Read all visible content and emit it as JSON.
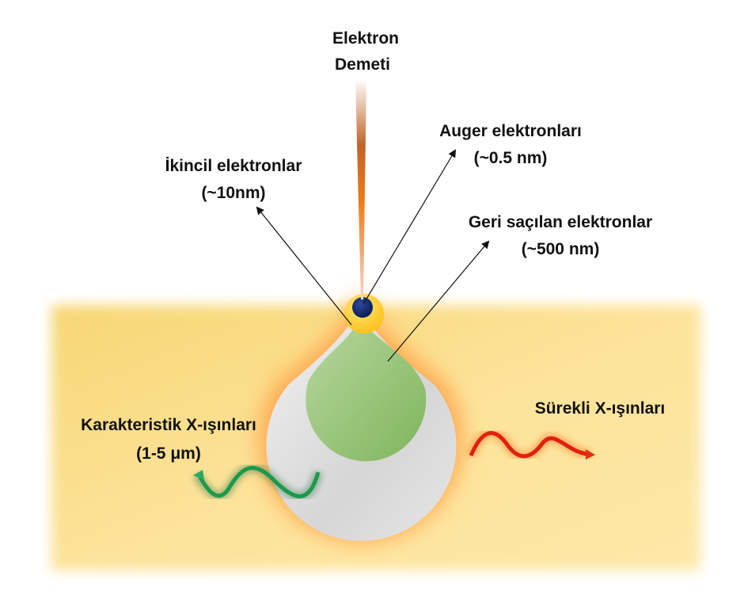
{
  "labels": {
    "beam_line1": "Elektron",
    "beam_line2": "Demeti",
    "auger_line1": "Auger elektronları",
    "auger_line2": "(~0.5 nm)",
    "secondary_line1": "İkincil elektronlar",
    "secondary_line2": "(~10nm)",
    "backscattered_line1": "Geri saçılan elektronlar",
    "backscattered_line2": "(~500 nm)",
    "characteristic_line1": "Karakteristik X-ışınları",
    "characteristic_line2": "(1-5 μm)",
    "continuous_line1": "Sürekli X-ışınları"
  },
  "colors": {
    "sample": "#fbdc86",
    "glow": "#ffb060",
    "interaction_volume": "#e2e2e2",
    "backscattered_zone": "#8fbf6e",
    "secondary_zone": "#ffcc33",
    "auger_zone": "#0d2466",
    "characteristic_wave": "#1a9a4a",
    "continuous_wave": "#e02010"
  }
}
